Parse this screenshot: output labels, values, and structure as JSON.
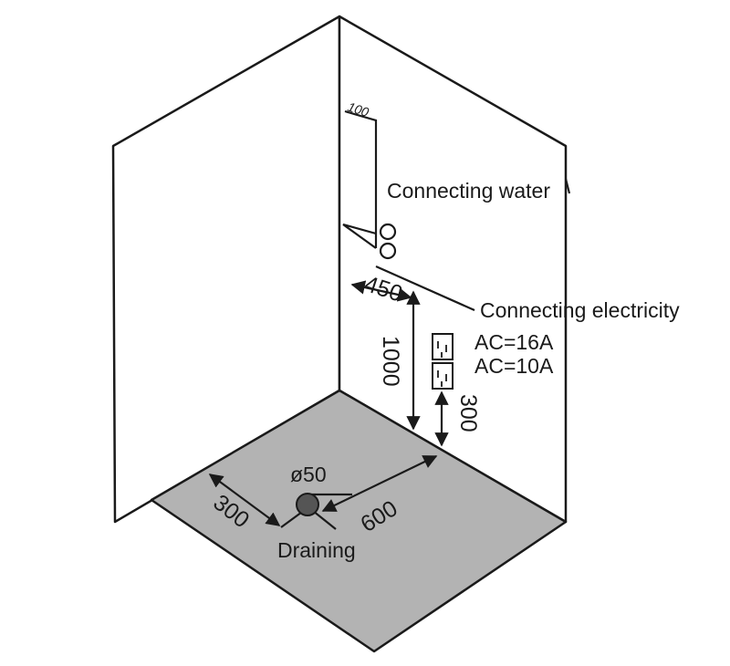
{
  "labels": {
    "water": "Connecting water",
    "electricity": "Connecting electricity",
    "ac16": "AC=16A",
    "ac10": "AC=10A",
    "draining": "Draining",
    "diameter": "ø50"
  },
  "dimensions": {
    "pipe_top": "100",
    "horizontal": "450",
    "height": "1000",
    "outlet_height": "300",
    "drain_left": "300",
    "drain_right": "600"
  },
  "colors": {
    "floor": "#b3b3b3",
    "wall": "#ffffff",
    "line": "#1a1a1a",
    "drain": "#555555"
  }
}
